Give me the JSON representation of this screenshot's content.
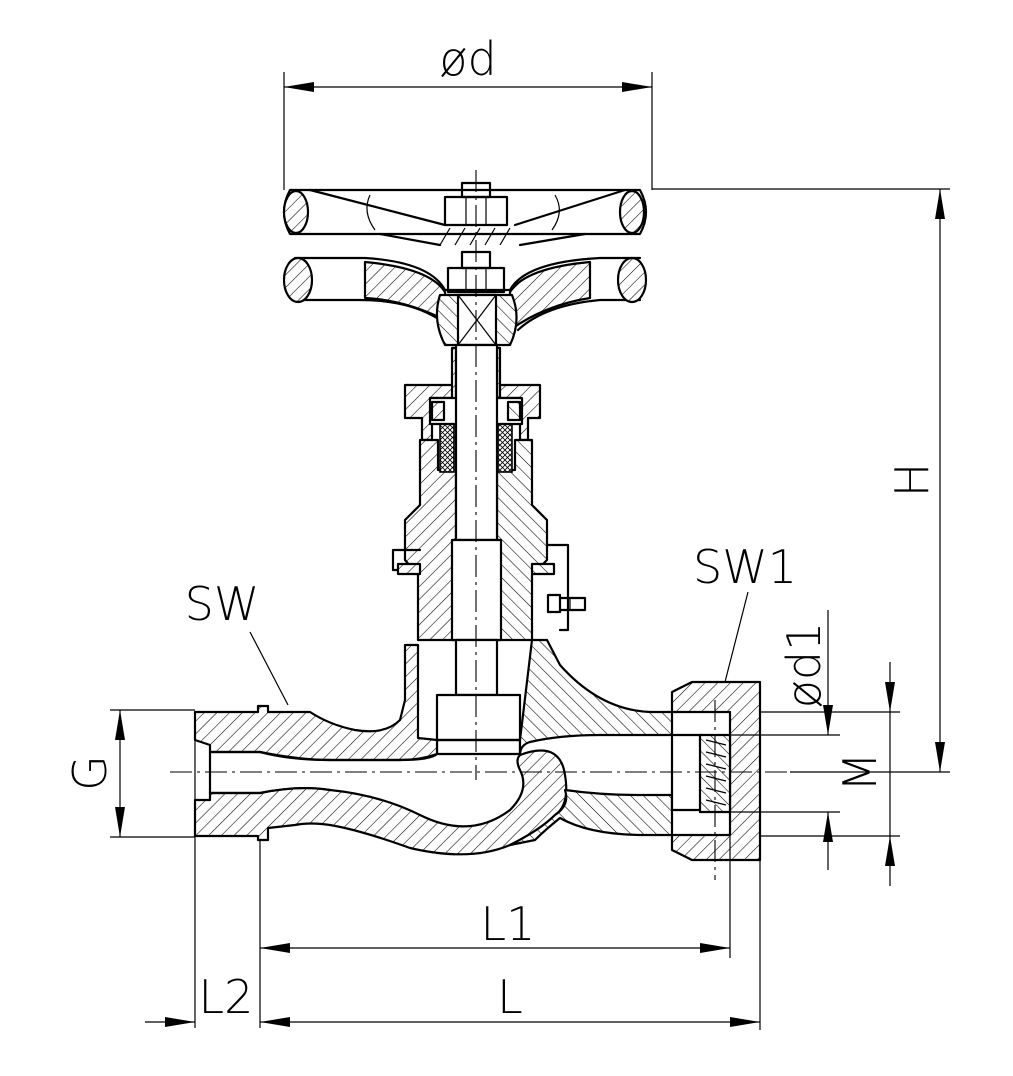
{
  "labels": {
    "handwheel_diameter": "ød",
    "height": "H",
    "wrench_size": "SW",
    "wrench_size_1": "SW1",
    "outlet_diameter": "ød1",
    "thread_g": "G",
    "thread_m": "M",
    "length_l1": "L1",
    "length_l2": "L2",
    "length_l": "L"
  }
}
